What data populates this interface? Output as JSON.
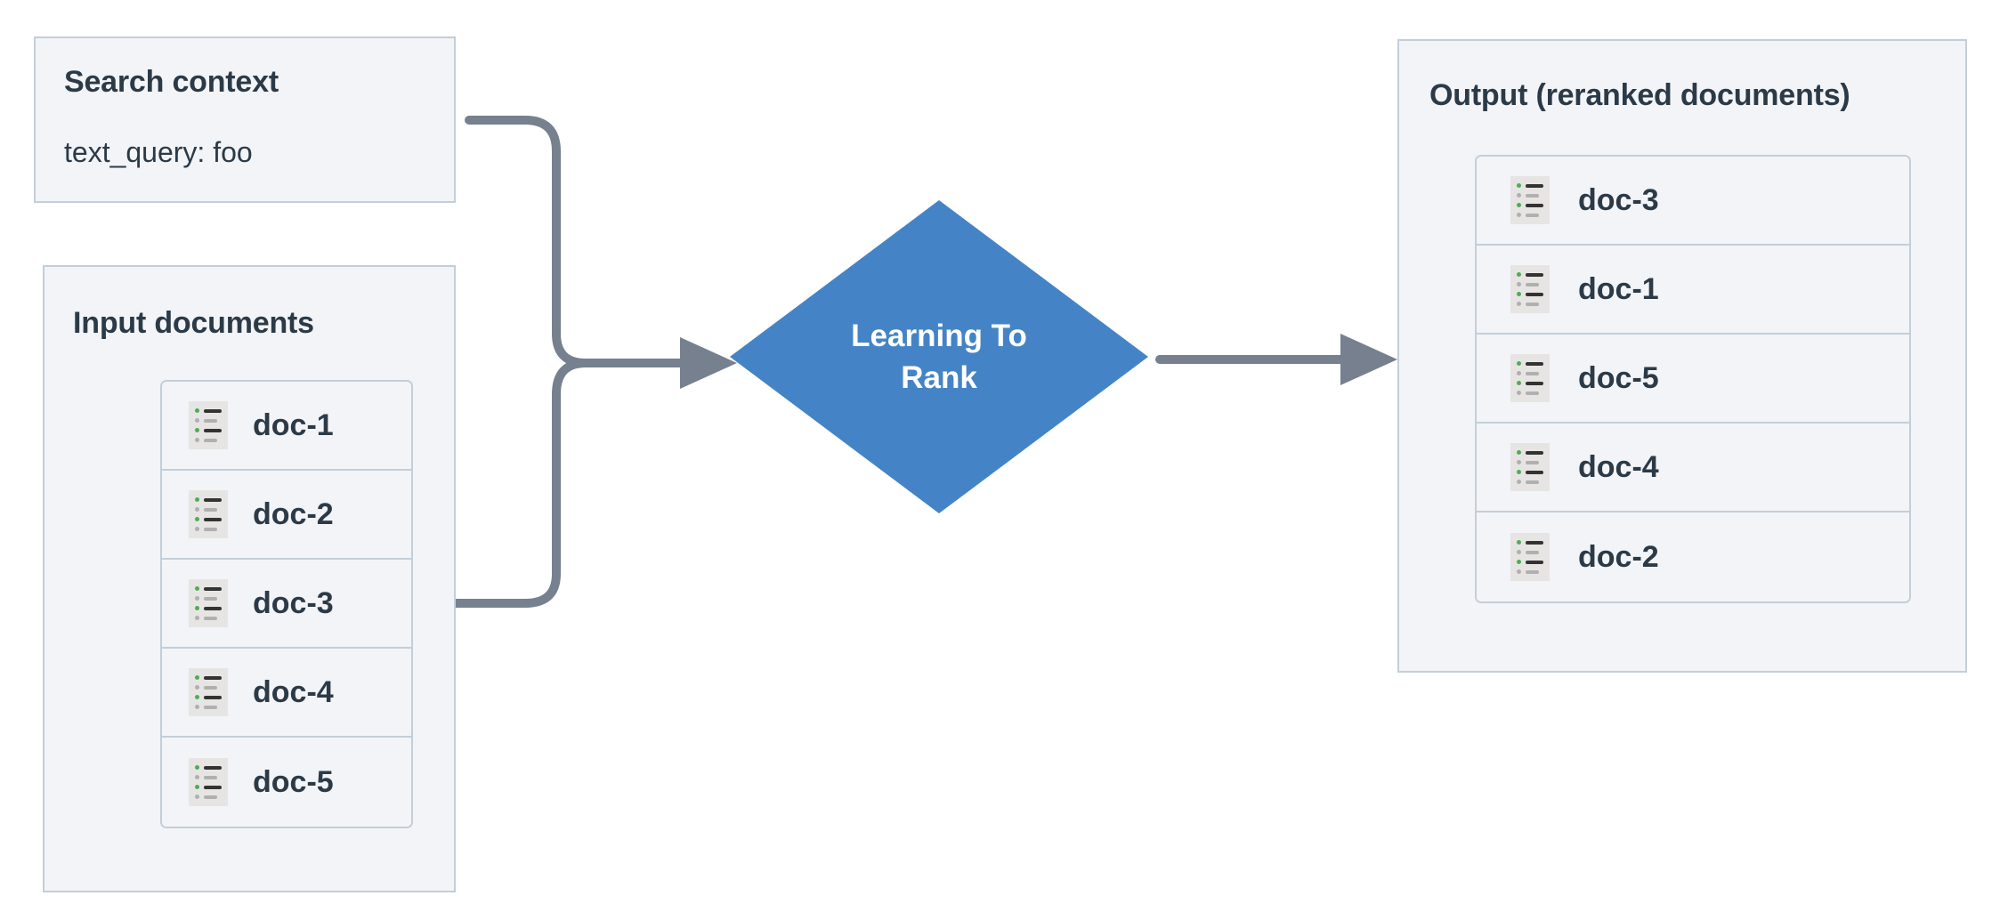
{
  "diagram": {
    "title": "Learning To Rank reranking pipeline",
    "background_color": "#ffffff",
    "panel_fill": "#f2f4f7",
    "panel_border": "#c3ced9",
    "text_color": "#2c3a47",
    "node_color": "#4484c6",
    "node_text_color": "#ffffff",
    "edge_color": "#76808f",
    "icon_bg": "#e6e5e4",
    "icon_accent": "#4caf50",
    "icon_muted": "#b0b0b0",
    "icon_bar": "#333333"
  },
  "search_context": {
    "title": "Search context",
    "query_line": "text_query: foo"
  },
  "input_documents": {
    "title": "Input documents",
    "docs": [
      {
        "label": "doc-1",
        "icon": "document-list-icon"
      },
      {
        "label": "doc-2",
        "icon": "document-list-icon"
      },
      {
        "label": "doc-3",
        "icon": "document-list-icon"
      },
      {
        "label": "doc-4",
        "icon": "document-list-icon"
      },
      {
        "label": "doc-5",
        "icon": "document-list-icon"
      }
    ]
  },
  "model_node": {
    "label": "Learning To\nRank",
    "shape": "diamond"
  },
  "output_documents": {
    "title": "Output (reranked documents)",
    "docs": [
      {
        "label": "doc-3",
        "icon": "document-list-icon"
      },
      {
        "label": "doc-1",
        "icon": "document-list-icon"
      },
      {
        "label": "doc-5",
        "icon": "document-list-icon"
      },
      {
        "label": "doc-4",
        "icon": "document-list-icon"
      },
      {
        "label": "doc-2",
        "icon": "document-list-icon"
      }
    ]
  },
  "edges": [
    {
      "name": "search-context-to-model",
      "from": "search_context",
      "to": "model_node",
      "style": "elbow-rounded",
      "arrow": true
    },
    {
      "name": "input-documents-to-model",
      "from": "input_documents",
      "to": "model_node",
      "style": "elbow-rounded",
      "arrow": true
    },
    {
      "name": "model-to-output",
      "from": "model_node",
      "to": "output_documents",
      "style": "straight",
      "arrow": true
    }
  ]
}
